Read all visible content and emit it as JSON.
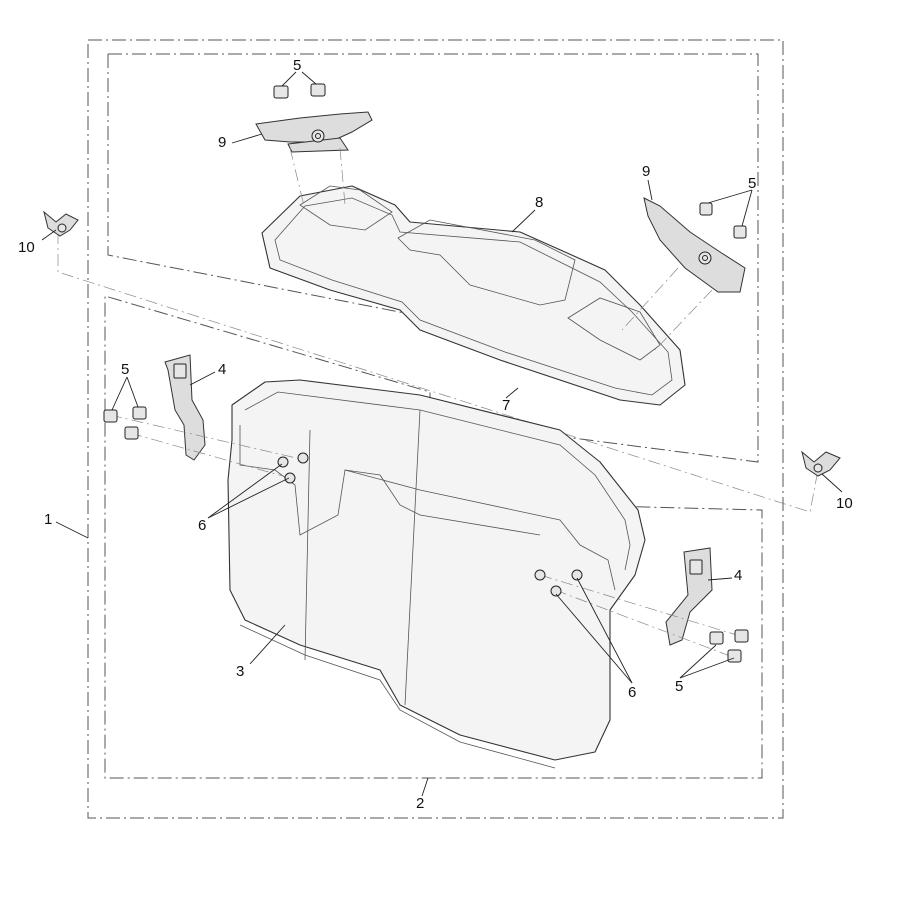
{
  "callouts": {
    "c1": "1",
    "c2": "2",
    "c3": "3",
    "c4_left": "4",
    "c4_right": "4",
    "c5_top": "5",
    "c5_upper_right": "5",
    "c5_left": "5",
    "c5_lower_right": "5",
    "c6_left": "6",
    "c6_right": "6",
    "c7": "7",
    "c8": "8",
    "c9_left": "9",
    "c9_right": "9",
    "c10_left": "10",
    "c10_right": "10"
  },
  "colors": {
    "line": "#333333",
    "frame": "#555555",
    "fill": "#f4f4f4",
    "background": "#ffffff"
  }
}
